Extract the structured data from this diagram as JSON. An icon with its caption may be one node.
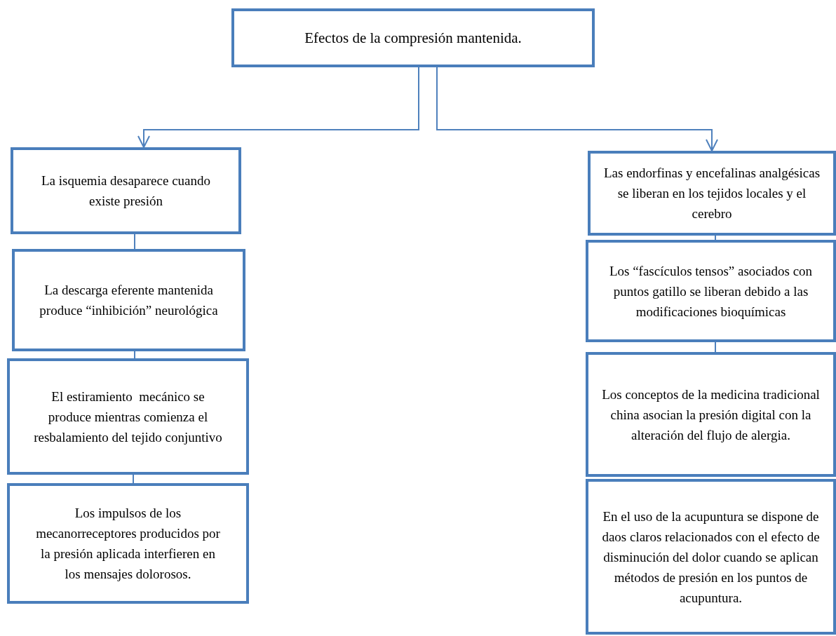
{
  "diagram": {
    "nodes": [
      {
        "text": [
          "Efectos de la compresión mantenida."
        ]
      },
      {
        "text": [
          "La isquemia desaparece cuando existe presión"
        ]
      },
      {
        "text": [
          "La descarga eferente mantenida produce “inhibición” neurológica"
        ]
      },
      {
        "text": [
          "El estiramiento  mecánico se produce mientras comienza el resbalamiento del tejido conjuntivo"
        ]
      },
      {
        "text": [
          "Los impulsos de los mecanorreceptores producidos por la presión aplicada interfieren en los mensajes dolorosos."
        ]
      },
      {
        "text": [
          "Las endorfinas y encefalinas analgésicas se liberan en los tejidos locales y el cerebro"
        ]
      },
      {
        "text": [
          "Los “fascículos tensos” asociados con puntos gatillo se liberan debido a las modificaciones bioquímicas"
        ]
      },
      {
        "text": [
          "Los conceptos de la medicina tradicional china asocian la presión digital con la alteración del flujo de alergia."
        ]
      },
      {
        "text": [
          "En el uso de la acupuntura se dispone de daos claros relacionados con el efecto de disminución del dolor cuando se aplican métodos de presión en los puntos de acupuntura."
        ]
      }
    ],
    "edges": [
      {
        "from": 0,
        "to": 1,
        "arrow": "to"
      },
      {
        "from": 0,
        "to": 5,
        "arrow": "to"
      },
      {
        "from": 1,
        "to": 2,
        "arrow": "none"
      },
      {
        "from": 2,
        "to": 3,
        "arrow": "none"
      },
      {
        "from": 3,
        "to": 4,
        "arrow": "none"
      },
      {
        "from": 5,
        "to": 6,
        "arrow": "none"
      },
      {
        "from": 6,
        "to": 7,
        "arrow": "none"
      }
    ]
  }
}
